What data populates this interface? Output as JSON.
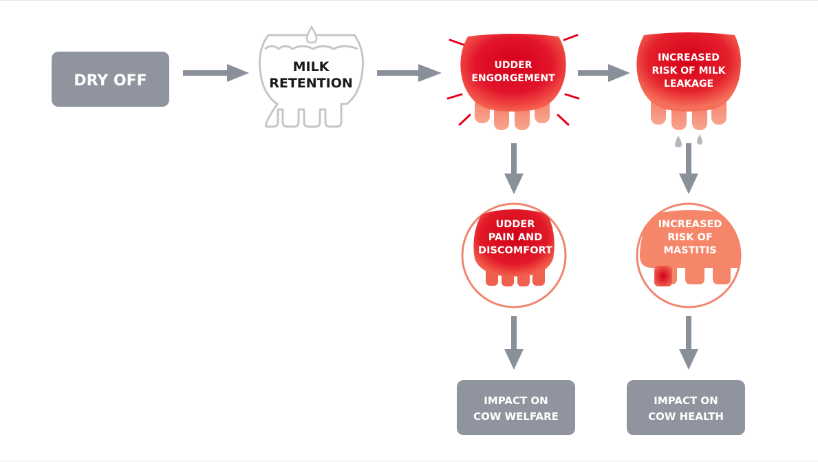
{
  "steps": {
    "dry_off": "DRY OFF",
    "milk_retention": [
      "MILK",
      "RETENTION"
    ],
    "udder_engorgement": [
      "UDDER",
      "ENGORGEMENT"
    ],
    "increased_risk_leakage": [
      "INCREASED",
      "RISK OF MILK",
      "LEAKAGE"
    ],
    "udder_pain": [
      "UDDER",
      "PAIN AND",
      "DISCOMFORT"
    ],
    "increased_risk_mastitis": [
      "INCREASED",
      "RISK OF",
      "MASTITIS"
    ],
    "impact_welfare": [
      "IMPACT ON",
      "COW WELFARE"
    ],
    "impact_health": [
      "IMPACT ON",
      "COW HEALTH"
    ]
  },
  "colors": {
    "gray_box": "#8f949e",
    "arrow": "#8a9099",
    "udder_red": "#e4001b",
    "udder_salmon": "#f6866a",
    "outline_gray": "#c6c6c6",
    "ray_red": "#e4001b",
    "drop_gray": "#b5b8bd"
  }
}
